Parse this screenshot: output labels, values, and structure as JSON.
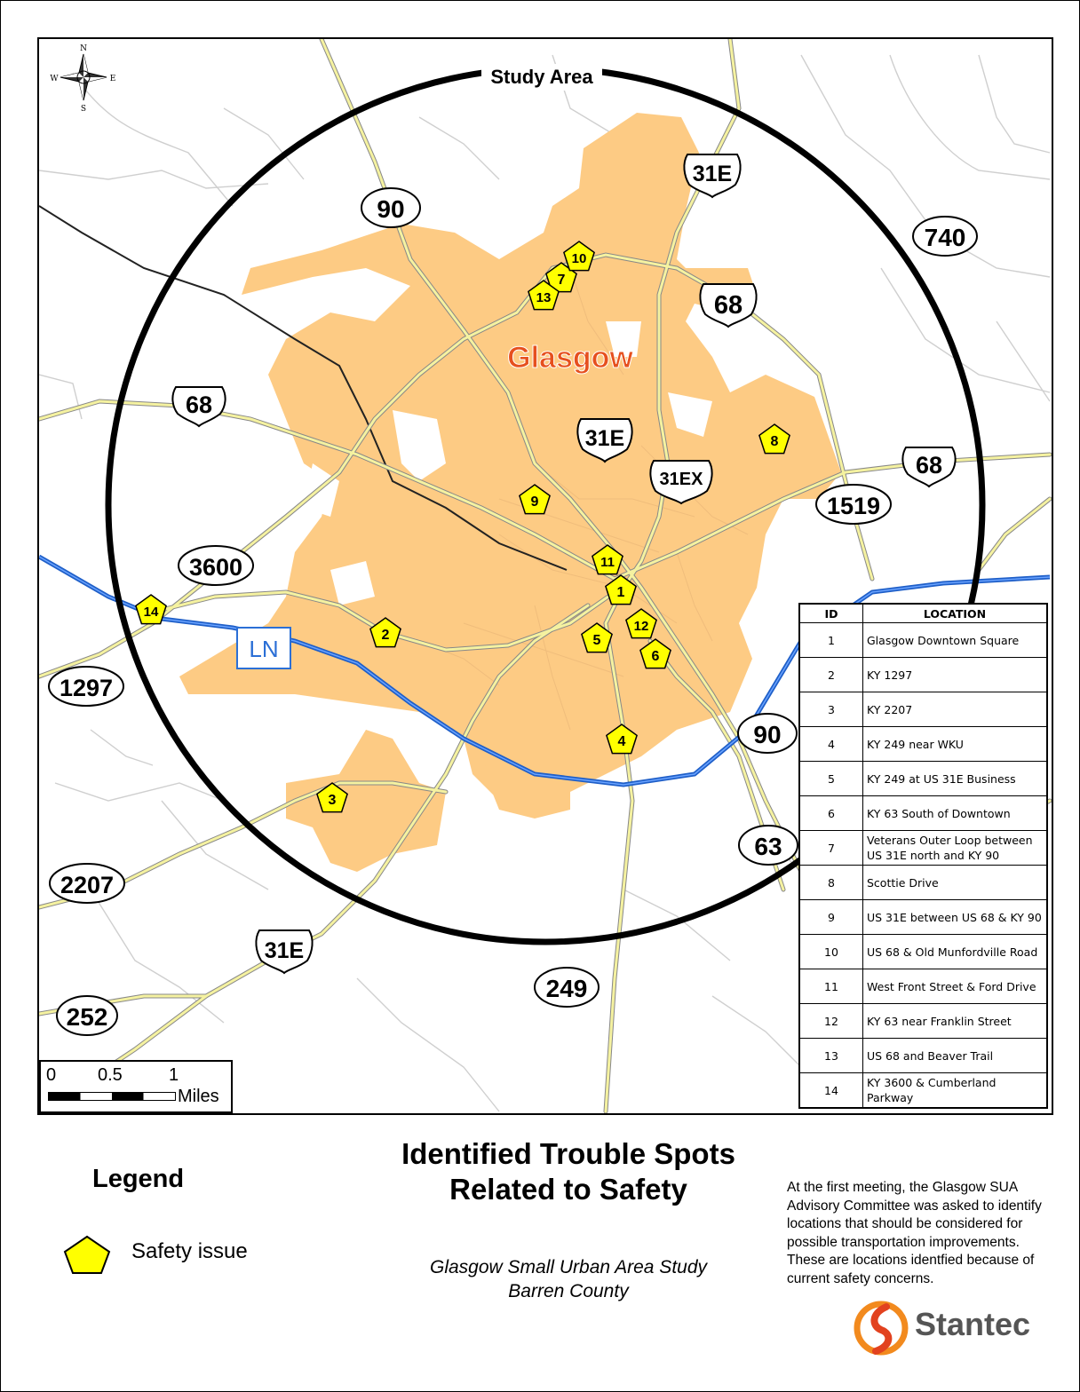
{
  "map": {
    "study_area_label": "Study Area",
    "city_label": "Glasgow",
    "compass": {
      "n": "N",
      "s": "S",
      "e": "E",
      "w": "W"
    },
    "scale": {
      "ticks": [
        "0",
        "0.5",
        "1"
      ],
      "unit": "Miles"
    },
    "route_shields": {
      "r90a": "90",
      "r90b": "90",
      "r740": "740",
      "r68a": "68",
      "r68b": "68",
      "r68c": "68",
      "r31e_a": "31E",
      "r31e_b": "31E",
      "r31e_c": "31E",
      "r31ex": "31EX",
      "r1519": "1519",
      "r3600": "3600",
      "r1297": "1297",
      "r2207": "2207",
      "r252": "252",
      "r249": "249",
      "r63": "63",
      "ln": "LN"
    },
    "markers": [
      "1",
      "2",
      "3",
      "4",
      "5",
      "6",
      "7",
      "8",
      "9",
      "10",
      "11",
      "12",
      "13",
      "14"
    ],
    "colors": {
      "urban": "#fdcb84",
      "marker": "#ffff00",
      "interstate": "#2b6fd6",
      "highway": "#f1ef9a"
    }
  },
  "table": {
    "headers": {
      "id": "ID",
      "location": "LOCATION"
    },
    "rows": [
      {
        "id": "1",
        "location": "Glasgow Downtown Square"
      },
      {
        "id": "2",
        "location": "KY 1297"
      },
      {
        "id": "3",
        "location": "KY 2207"
      },
      {
        "id": "4",
        "location": "KY 249 near WKU"
      },
      {
        "id": "5",
        "location": "KY 249 at US 31E Business"
      },
      {
        "id": "6",
        "location": "KY 63 South of Downtown"
      },
      {
        "id": "7",
        "location": "Veterans Outer Loop between US 31E north and KY 90"
      },
      {
        "id": "8",
        "location": "Scottie Drive"
      },
      {
        "id": "9",
        "location": "US 31E between US 68 & KY 90"
      },
      {
        "id": "10",
        "location": "US 68 & Old Munfordville Road"
      },
      {
        "id": "11",
        "location": "West Front Street & Ford Drive"
      },
      {
        "id": "12",
        "location": "KY 63 near Franklin Street"
      },
      {
        "id": "13",
        "location": "US 68 and Beaver Trail"
      },
      {
        "id": "14",
        "location": "KY 3600 & Cumberland Parkway"
      }
    ]
  },
  "title": {
    "line1": "Identified Trouble Spots",
    "line2": "Related to Safety"
  },
  "subtitle": {
    "line1": "Glasgow Small Urban Area Study",
    "line2": "Barren County"
  },
  "legend": {
    "title": "Legend",
    "item": "Safety issue"
  },
  "note": "At the first meeting, the Glasgow SUA Advisory Committee was asked to identify locations that should be considered for possible transportation improvements. These are locations identfied because of current safety concerns.",
  "logo": {
    "text": "Stantec"
  }
}
